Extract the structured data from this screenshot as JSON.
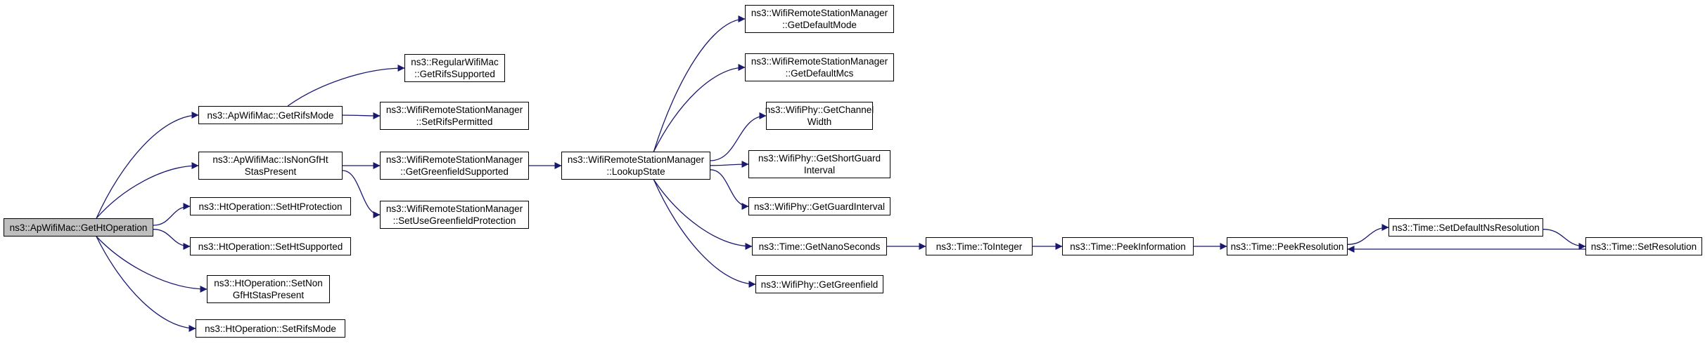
{
  "colors": {
    "edge": "#191970",
    "node_border": "#000000",
    "root_fill": "#bfbfbf",
    "node_fill": "#ffffff"
  },
  "nodes": [
    {
      "id": "n0",
      "lines": [
        "ns3::ApWifiMac::GetHtOperation"
      ],
      "root": true
    },
    {
      "id": "n1",
      "lines": [
        "ns3::ApWifiMac::GetRifsMode"
      ]
    },
    {
      "id": "n2",
      "lines": [
        "ns3::ApWifiMac::IsNonGfHt",
        "StasPresent"
      ]
    },
    {
      "id": "n3",
      "lines": [
        "ns3::HtOperation::SetHtProtection"
      ]
    },
    {
      "id": "n4",
      "lines": [
        "ns3::HtOperation::SetHtSupported"
      ]
    },
    {
      "id": "n5",
      "lines": [
        "ns3::HtOperation::SetNon",
        "GfHtStasPresent"
      ]
    },
    {
      "id": "n6",
      "lines": [
        "ns3::HtOperation::SetRifsMode"
      ]
    },
    {
      "id": "n7",
      "lines": [
        "ns3::RegularWifiMac",
        "::GetRifsSupported"
      ]
    },
    {
      "id": "n8",
      "lines": [
        "ns3::WifiRemoteStationManager",
        "::SetRifsPermitted"
      ]
    },
    {
      "id": "n9",
      "lines": [
        "ns3::WifiRemoteStationManager",
        "::GetGreenfieldSupported"
      ]
    },
    {
      "id": "n10",
      "lines": [
        "ns3::WifiRemoteStationManager",
        "::SetUseGreenfieldProtection"
      ]
    },
    {
      "id": "n11",
      "lines": [
        "ns3::WifiRemoteStationManager",
        "::LookupState"
      ]
    },
    {
      "id": "n12",
      "lines": [
        "ns3::WifiRemoteStationManager",
        "::GetDefaultMode"
      ]
    },
    {
      "id": "n13",
      "lines": [
        "ns3::WifiRemoteStationManager",
        "::GetDefaultMcs"
      ]
    },
    {
      "id": "n14",
      "lines": [
        "ns3::WifiPhy::GetChannel",
        "Width"
      ]
    },
    {
      "id": "n15",
      "lines": [
        "ns3::WifiPhy::GetShortGuard",
        "Interval"
      ]
    },
    {
      "id": "n16",
      "lines": [
        "ns3::WifiPhy::GetGuardInterval"
      ]
    },
    {
      "id": "n17",
      "lines": [
        "ns3::Time::GetNanoSeconds"
      ]
    },
    {
      "id": "n18",
      "lines": [
        "ns3::WifiPhy::GetGreenfield"
      ]
    },
    {
      "id": "n19",
      "lines": [
        "ns3::Time::ToInteger"
      ]
    },
    {
      "id": "n20",
      "lines": [
        "ns3::Time::PeekInformation"
      ]
    },
    {
      "id": "n21",
      "lines": [
        "ns3::Time::PeekResolution"
      ]
    },
    {
      "id": "n22",
      "lines": [
        "ns3::Time::SetDefaultNsResolution"
      ]
    },
    {
      "id": "n23",
      "lines": [
        "ns3::Time::SetResolution"
      ]
    }
  ],
  "edges": [
    [
      "n0",
      "n1"
    ],
    [
      "n0",
      "n2"
    ],
    [
      "n0",
      "n3"
    ],
    [
      "n0",
      "n4"
    ],
    [
      "n0",
      "n5"
    ],
    [
      "n0",
      "n6"
    ],
    [
      "n1",
      "n7"
    ],
    [
      "n1",
      "n8"
    ],
    [
      "n2",
      "n9"
    ],
    [
      "n2",
      "n10"
    ],
    [
      "n9",
      "n11"
    ],
    [
      "n11",
      "n12"
    ],
    [
      "n11",
      "n13"
    ],
    [
      "n11",
      "n14"
    ],
    [
      "n11",
      "n15"
    ],
    [
      "n11",
      "n16"
    ],
    [
      "n11",
      "n17"
    ],
    [
      "n11",
      "n18"
    ],
    [
      "n17",
      "n19"
    ],
    [
      "n19",
      "n20"
    ],
    [
      "n20",
      "n21"
    ],
    [
      "n21",
      "n22"
    ],
    [
      "n22",
      "n23"
    ],
    [
      "n23",
      "n21"
    ]
  ]
}
